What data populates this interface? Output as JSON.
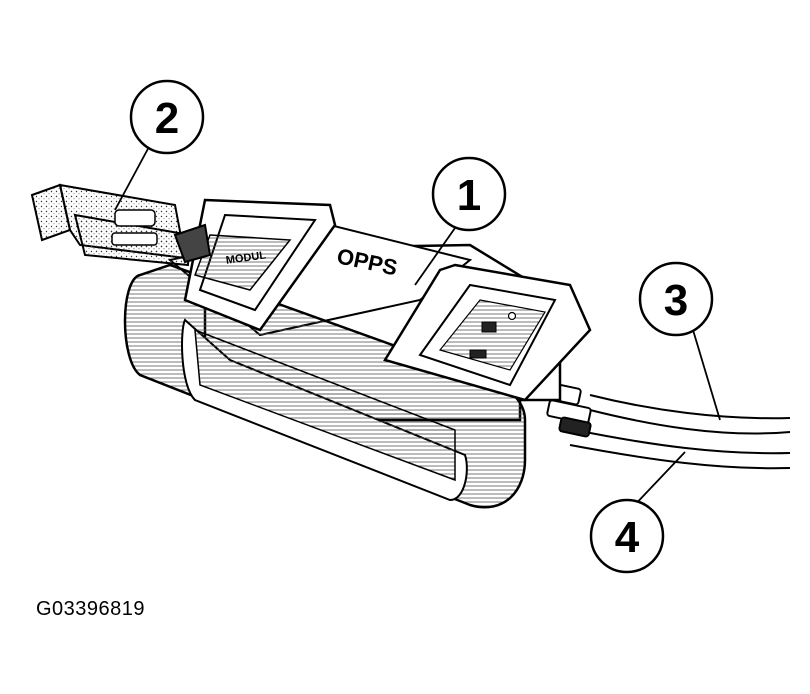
{
  "diagram": {
    "device_label": "OPPS",
    "module_label": "MODUL",
    "callouts": [
      "1",
      "2",
      "3",
      "4"
    ],
    "figure_id": "G03396819"
  },
  "colors": {
    "line": "#000000",
    "background": "#ffffff",
    "stipple": "#555555"
  }
}
